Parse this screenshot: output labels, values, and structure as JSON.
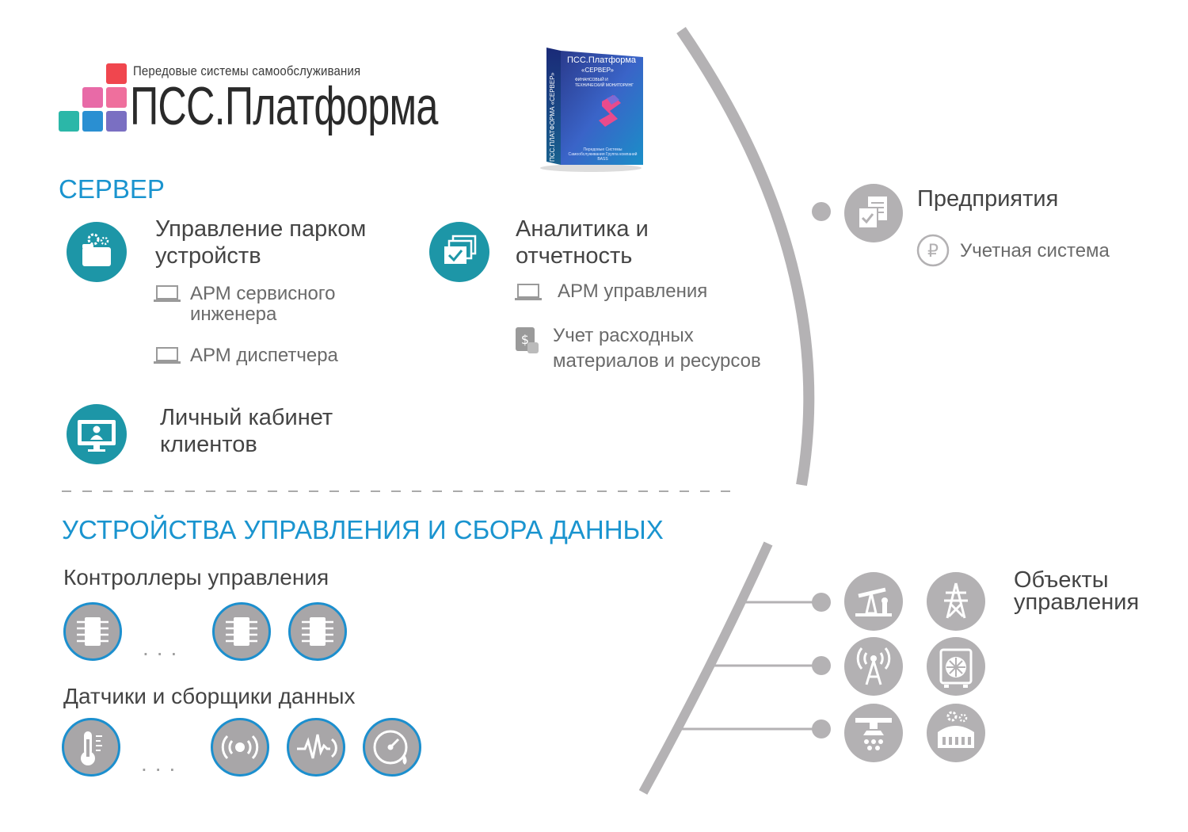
{
  "logo": {
    "tagline": "Передовые системы самообслуживания",
    "name": "ПСС.Платформа",
    "squares": [
      "#f0464e",
      "#e86aa7",
      "#ef6f9d",
      "#2bb7a8",
      "#2a8fd2",
      "#7a6fc2"
    ]
  },
  "product_box": {
    "title": "ПСС.Платформа",
    "subtitle": "«СЕРВЕР»",
    "spine": "ПСС.ПЛАТФОРМА «СЕРВЕР»",
    "feature": "ФИНАНСОВЫЙ И ТЕХНИЧЕСКИЙ МОНИТОРИНГ",
    "footer": "Передовые Системы Самообслуживания Группа компаний BASS"
  },
  "server": {
    "title": "СЕРВЕР",
    "fleet": {
      "title": "Управление парком устройств",
      "items": [
        "АРМ сервисного инженера",
        "АРМ диспетчера"
      ]
    },
    "analytics": {
      "title": "Аналитика и отчетность",
      "items": [
        "АРМ управления",
        "Учет расходных материалов и ресурсов"
      ]
    },
    "cabinet": {
      "title": "Личный кабинет клиентов"
    }
  },
  "enterprise": {
    "title": "Предприятия",
    "accounting": "Учетная система"
  },
  "devices": {
    "title": "УСТРОЙСТВА УПРАВЛЕНИЯ И СБОРА ДАННЫХ",
    "controllers": "Контроллеры управления",
    "sensors": "Датчики и сборщики данных",
    "ellipsis": "..."
  },
  "objects": {
    "title": "Объекты управления"
  },
  "colors": {
    "accent": "#1a94cf",
    "teal": "#1d96a7",
    "grey_circle": "#a8a6a8",
    "arc": "#b4b2b4"
  },
  "icons": {
    "fleet": "gear-folder-icon",
    "analytics": "stacked-check-icon",
    "cabinet": "monitor-user-icon",
    "laptop": "laptop-icon",
    "ledger": "tablet-coin-icon",
    "enterprise": "documents-check-icon",
    "ruble": "ruble-icon",
    "chip": "chip-icon",
    "thermometer": "thermometer-icon",
    "wireless": "wireless-sensor-icon",
    "pulse": "pulse-icon",
    "gauge": "pressure-gauge-icon",
    "oil_pump": "oil-pump-icon",
    "power_tower": "power-tower-icon",
    "antenna": "radio-antenna-icon",
    "ventilation": "ventilation-fan-icon",
    "irrigation": "irrigation-icon",
    "factory": "factory-icon"
  }
}
